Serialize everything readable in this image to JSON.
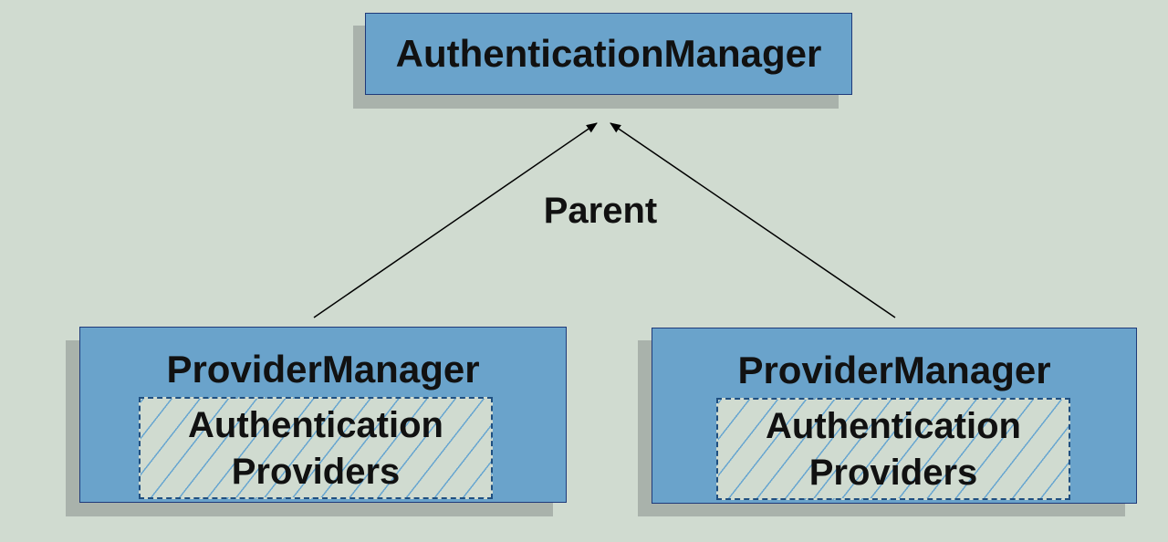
{
  "diagram": {
    "root": {
      "label": "AuthenticationManager"
    },
    "edge_label": "Parent",
    "children": [
      {
        "label": "ProviderManager",
        "inner_line_1": "Authentication",
        "inner_line_2": "Providers"
      },
      {
        "label": "ProviderManager",
        "inner_line_1": "Authentication",
        "inner_line_2": "Providers"
      }
    ]
  }
}
